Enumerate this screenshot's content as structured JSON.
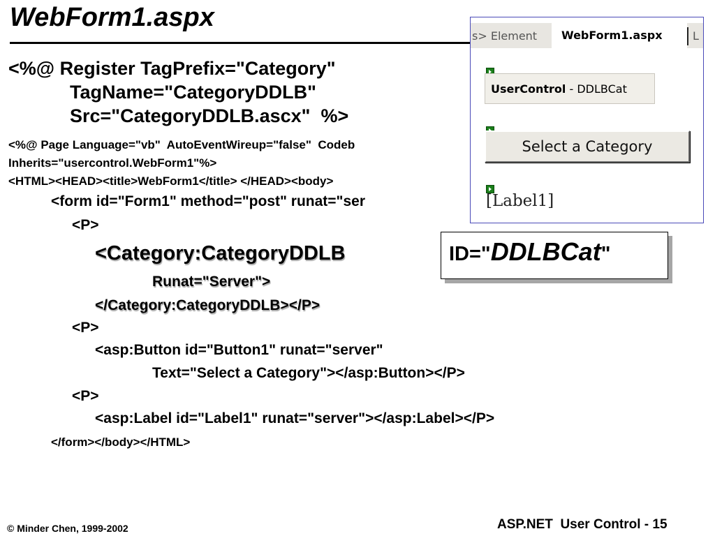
{
  "title": "WebForm1.aspx",
  "code": {
    "register_l1": "<%@ Register TagPrefix=\"Category\"",
    "register_l2": "TagName=\"CategoryDDLB\"",
    "register_l3": "Src=\"CategoryDDLB.ascx\"  %>",
    "page_l1": "<%@ Page Language=\"vb\"  AutoEventWireup=\"false\"  Codeb",
    "page_l2": "Inherits=\"usercontrol.WebForm1\"%>",
    "html_head": "<HTML><HEAD><title>WebForm1</title> </HEAD><body>",
    "form_open": "<form id=\"Form1\" method=\"post\" runat=\"ser",
    "p1": "<P>",
    "category_open": "<Category:CategoryDDLB",
    "runat_server": "Runat=\"Server\">",
    "category_close": "</Category:CategoryDDLB></P>",
    "p2": "<P>",
    "button_l1": "<asp:Button id=\"Button1\" runat=\"server\"",
    "button_l2": "Text=\"Select a Category\"></asp:Button></P>",
    "p3": "<P>",
    "label_line": "<asp:Label id=\"Label1\" runat=\"server\"></asp:Label></P>",
    "form_close": "</form></body></HTML>"
  },
  "callout": {
    "prefix": "ID=\"",
    "value": "DDLBCat",
    "suffix": "\""
  },
  "designer": {
    "tab_left": "s> Element",
    "tab_active": "WebForm1.aspx",
    "tab_right": "L",
    "usercontrol_bold": "UserControl",
    "usercontrol_rest": " - DDLBCat",
    "button_text": "Select a Category",
    "label_text": "[Label1]",
    "colors": {
      "border": "#4a4ab8",
      "glyph": "#1a7f1a"
    }
  },
  "footer": {
    "copyright": "© Minder Chen, 1999-2002",
    "slide": "ASP.NET  User Control - 15"
  }
}
